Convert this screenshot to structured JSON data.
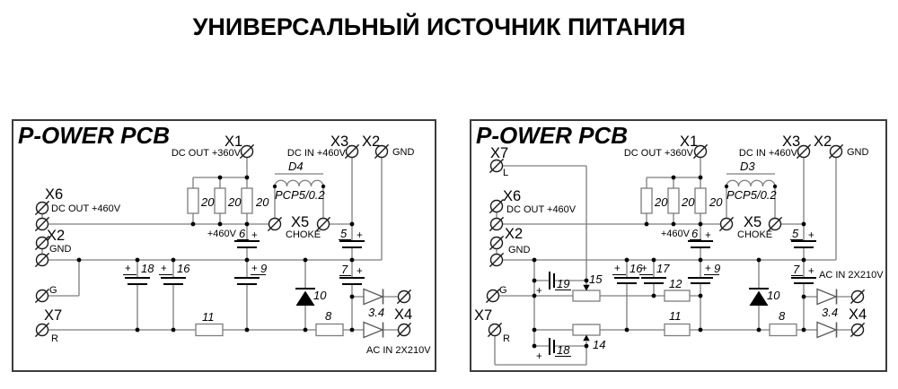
{
  "title": "УНИВЕРСАЛЬНЫЙ ИСТОЧНИК ПИТАНИЯ",
  "sym": {
    "plus": "+"
  },
  "colors": {
    "ink": "#000000",
    "wire": "#7d7d7d",
    "background": "#ffffff"
  },
  "left": {
    "board": "P-OWER PCB",
    "x1": "X1",
    "x1_sub": "DC OUT +360V",
    "x3": "X3",
    "x3_sub": "DC IN +460V",
    "x2_top": "X2",
    "x2_top_sub": "GND",
    "x6": "X6",
    "x6_sub": "DC OUT +460V",
    "x2_left": "X2",
    "x2_left_sub": "GND",
    "g": "G",
    "x7": "X7",
    "r": "R",
    "x5": "X5",
    "x5_sub": "CHOKE",
    "x4": "X4",
    "ac_in": "AC IN 2X210V",
    "v460": "+460V",
    "r20": [
      "20",
      "20",
      "20"
    ],
    "ind": "D4",
    "ind_val": "PCP5/0.2",
    "c5": "5",
    "c6": "6",
    "c7": "7",
    "c9": "9",
    "c16": "16",
    "c18": "18",
    "r8": "8",
    "r11": "11",
    "d10": "10",
    "d34": "3.4"
  },
  "right": {
    "board": "P-OWER PCB",
    "x7_top": "X7",
    "l": "L",
    "x1": "X1",
    "x1_sub": "DC OUT +360V",
    "x3": "X3",
    "x3_sub": "DC IN +460V",
    "x2_top": "X2",
    "x2_top_sub": "GND",
    "x6": "X6",
    "x6_sub": "DC OUT +460V",
    "x2_left": "X2",
    "x2_left_sub": "GND",
    "g": "G",
    "x7": "X7",
    "r": "R",
    "x5": "X5",
    "x5_sub": "CHOKE",
    "x4": "X4",
    "ac_in": "AC IN 2X210V",
    "v460": "+460V",
    "r20": [
      "20",
      "20",
      "20"
    ],
    "ind": "D3",
    "ind_val": "PCP5/0.2",
    "c5": "5",
    "c6": "6",
    "c7": "7",
    "c9": "9",
    "c16": "16",
    "c17": "17",
    "c18": "18",
    "c19": "19",
    "r8": "8",
    "r11": "11",
    "r12": "12",
    "d10": "10",
    "d34": "3.4",
    "p14": "14",
    "p15": "15"
  }
}
